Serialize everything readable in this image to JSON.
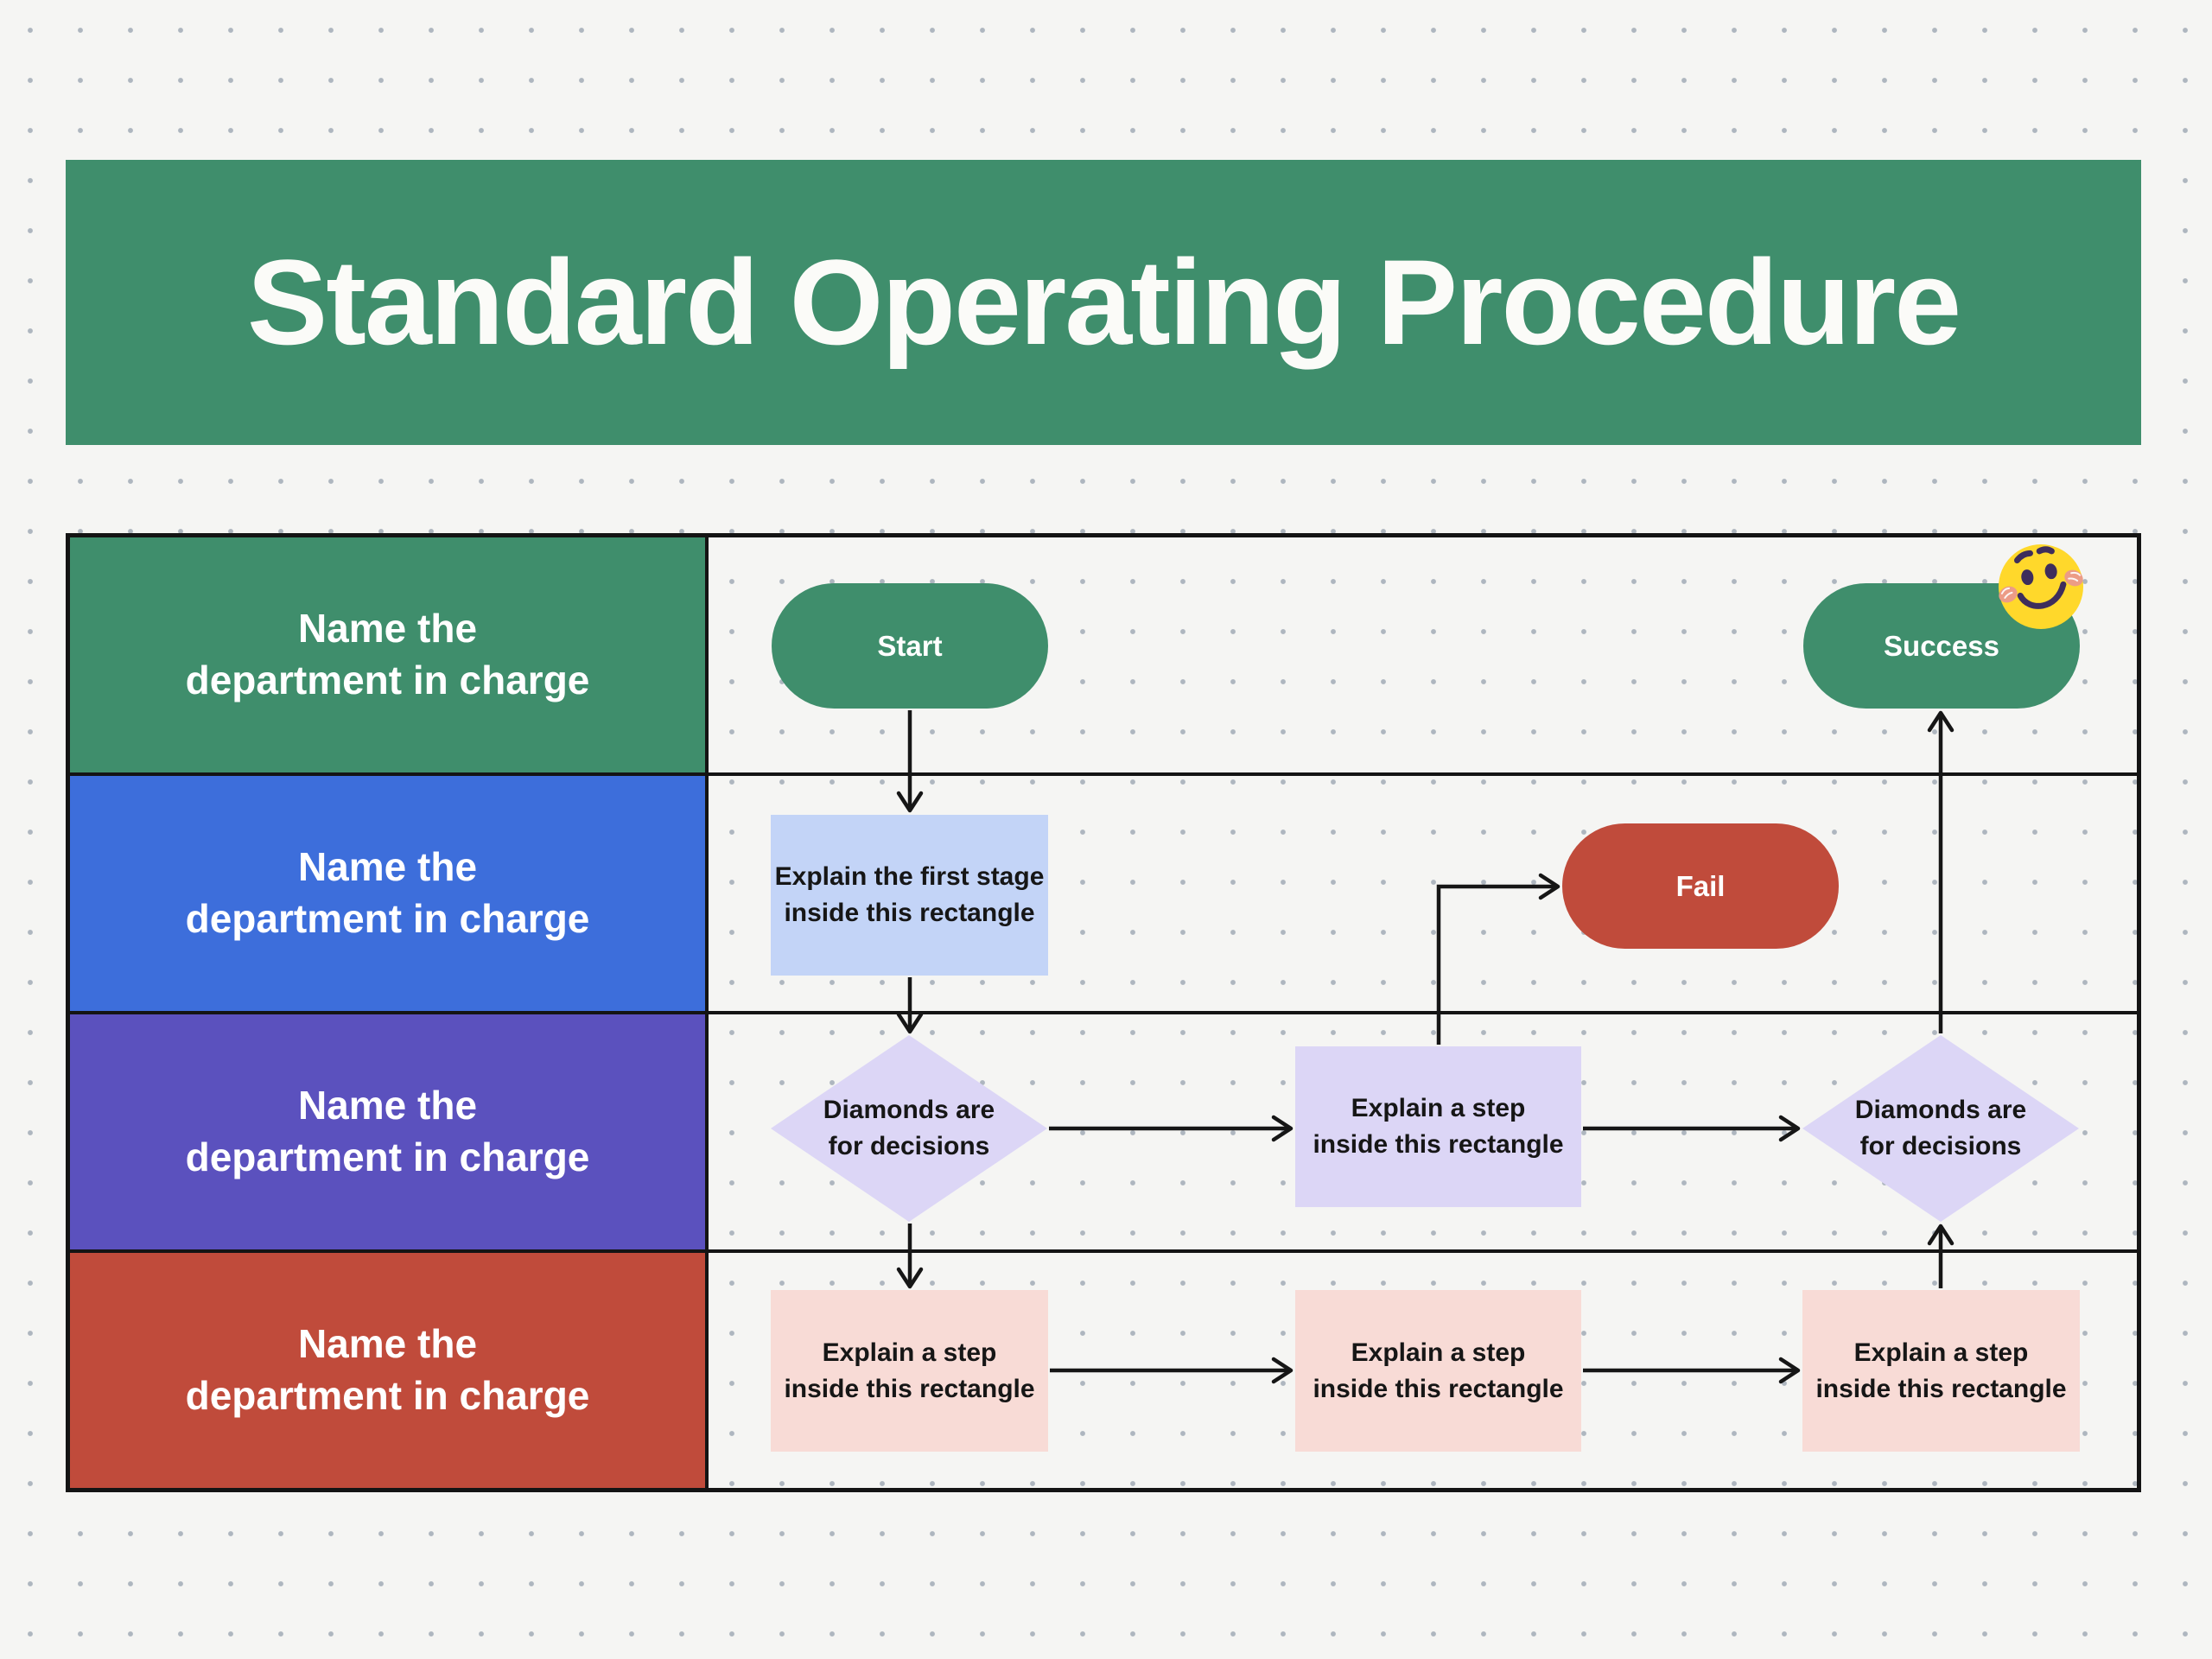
{
  "page": {
    "background": "#F5F5F3",
    "dot_color": "#AEB6BF",
    "line_color": "#161616"
  },
  "banner": {
    "title": "Standard Operating Procedure",
    "bg": "#3F8E6C",
    "text_color": "#FBFBF8"
  },
  "swimlanes": [
    {
      "line1": "Name the",
      "line2": "department in charge",
      "color": "#3F8E6C"
    },
    {
      "line1": "Name the",
      "line2": "department in charge",
      "color": "#3D6EDB"
    },
    {
      "line1": "Name the",
      "line2": "department in charge",
      "color": "#5B51BE"
    },
    {
      "line1": "Name the",
      "line2": "department in charge",
      "color": "#C04B3B"
    }
  ],
  "nodes": {
    "start": {
      "label": "Start",
      "color": "#3F8E6C"
    },
    "success": {
      "label": "Success",
      "color": "#3F8E6C"
    },
    "fail": {
      "label": "Fail",
      "color": "#C04B3B"
    },
    "stage1": {
      "line1": "Explain the first stage",
      "line2": "inside this rectangle",
      "color": "#C3D4F7"
    },
    "decision1": {
      "line1": "Diamonds are",
      "line2": "for decisions",
      "color": "#DCD6F6"
    },
    "step_mid": {
      "line1": "Explain a step",
      "line2": "inside this rectangle",
      "color": "#DCD6F6"
    },
    "decision2": {
      "line1": "Diamonds are",
      "line2": "for decisions",
      "color": "#DCD6F6"
    },
    "step1": {
      "line1": "Explain a step",
      "line2": "inside this rectangle",
      "color": "#F8DBD6"
    },
    "step2": {
      "line1": "Explain a step",
      "line2": "inside this rectangle",
      "color": "#F8DBD6"
    },
    "step3": {
      "line1": "Explain a step",
      "line2": "inside this rectangle",
      "color": "#F8DBD6"
    }
  },
  "icons": {
    "smiley": "smiling-face-with-open-hands",
    "smiley_face_color": "#FFD82B",
    "smiley_feature_color": "#3E2D5C",
    "smiley_hand_color": "#EC9C86"
  }
}
